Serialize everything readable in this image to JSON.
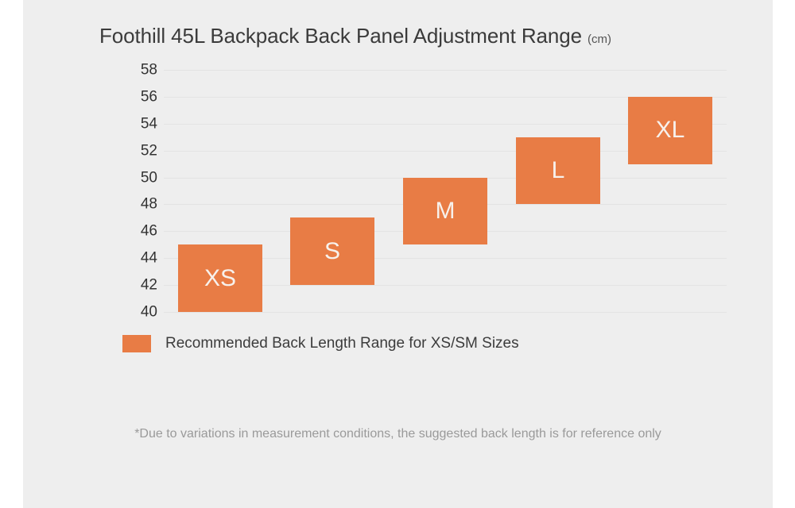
{
  "chart_data": {
    "type": "bar",
    "title": "Foothill 45L Backpack Back Panel Adjustment Range",
    "title_unit": "(cm)",
    "subtitle": "",
    "xlabel": "",
    "ylabel": "",
    "orientation": "vertical",
    "bar_style": "floating-range",
    "grid": true,
    "legend_position": "below-plot-left",
    "ylim": [
      40,
      58
    ],
    "ytick_step": 2,
    "yticks": [
      58,
      56,
      54,
      52,
      50,
      48,
      46,
      44,
      42,
      40
    ],
    "categories": [
      "XS",
      "S",
      "M",
      "L",
      "XL"
    ],
    "series": [
      {
        "name": "Recommended Back Length Range for XS/SM Sizes",
        "color": "#e87c45",
        "ranges": [
          {
            "category": "XS",
            "low": 40,
            "high": 45
          },
          {
            "category": "S",
            "low": 42,
            "high": 47
          },
          {
            "category": "M",
            "low": 45,
            "high": 50
          },
          {
            "category": "L",
            "low": 48,
            "high": 53
          },
          {
            "category": "XL",
            "low": 51,
            "high": 56
          }
        ]
      }
    ],
    "bar_labels": [
      "XS",
      "S",
      "M",
      "L",
      "XL"
    ],
    "annotations": [
      "*Due to variations in measurement conditions, the suggested back length is for reference only"
    ]
  },
  "legend": {
    "entries": [
      {
        "label": "Recommended Back Length Range for XS/SM Sizes",
        "color": "#e87c45"
      }
    ]
  },
  "footnote": {
    "text": "*Due to variations in measurement conditions, the suggested back length is for reference only"
  },
  "colors": {
    "bar": "#e87c45",
    "canvas_background": "#eeeeee",
    "page_background": "#ffffff",
    "gridline": "#e3e3e3",
    "title_text": "#3b3b3b",
    "tick_text": "#333333",
    "footnote_text": "#9a9a9a",
    "bar_label_text": "#f7f1ec"
  }
}
